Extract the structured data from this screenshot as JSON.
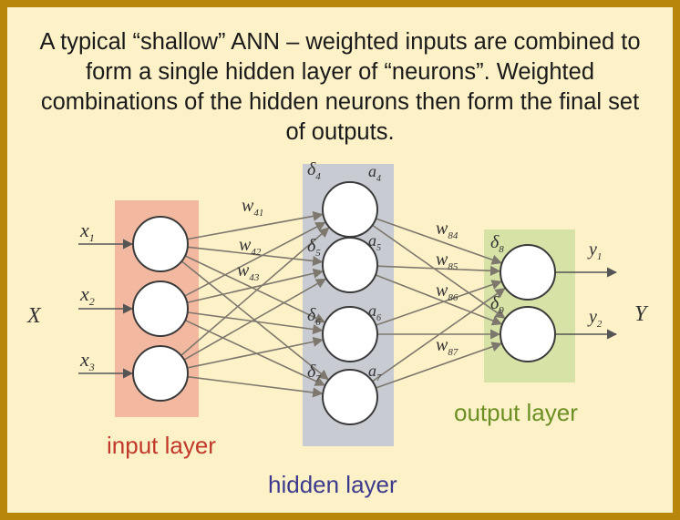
{
  "caption": "A typical “shallow” ANN – weighted inputs are combined to form a single hidden layer of “neurons”. Weighted combinations of the hidden neurons then form the final set of outputs.",
  "colors": {
    "frame_border": "#b8860b",
    "background": "#fdf1c8",
    "input_band": "#f3b9a0",
    "hidden_band": "#c8ccd2",
    "output_band": "#d7e2a6",
    "input_label": "#c0392b",
    "hidden_label": "#3b3a8c",
    "output_label": "#6b8f23",
    "edge": "#7d776d"
  },
  "labels": {
    "input_vector": "X",
    "output_vector": "Y",
    "input_layer": "input layer",
    "hidden_layer": "hidden layer",
    "output_layer": "output layer"
  },
  "inputs": [
    {
      "base": "x",
      "sub": "1"
    },
    {
      "base": "x",
      "sub": "2"
    },
    {
      "base": "x",
      "sub": "3"
    }
  ],
  "hidden": [
    {
      "delta": "δ",
      "delta_sub": "4",
      "act": "a",
      "act_sub": "4"
    },
    {
      "delta": "δ",
      "delta_sub": "5",
      "act": "a",
      "act_sub": "5"
    },
    {
      "delta": "δ",
      "delta_sub": "6",
      "act": "a",
      "act_sub": "6"
    },
    {
      "delta": "δ",
      "delta_sub": "7",
      "act": "a",
      "act_sub": "7"
    }
  ],
  "outputs": [
    {
      "delta": "δ",
      "delta_sub": "8",
      "out": "y",
      "out_sub": "1"
    },
    {
      "delta": "δ",
      "delta_sub": "9",
      "out": "y",
      "out_sub": "2"
    }
  ],
  "input_weights": [
    {
      "base": "w",
      "sub": "41"
    },
    {
      "base": "w",
      "sub": "42"
    },
    {
      "base": "w",
      "sub": "43"
    }
  ],
  "output_weights": [
    {
      "base": "w",
      "sub": "84"
    },
    {
      "base": "w",
      "sub": "85"
    },
    {
      "base": "w",
      "sub": "86"
    },
    {
      "base": "w",
      "sub": "87"
    }
  ]
}
